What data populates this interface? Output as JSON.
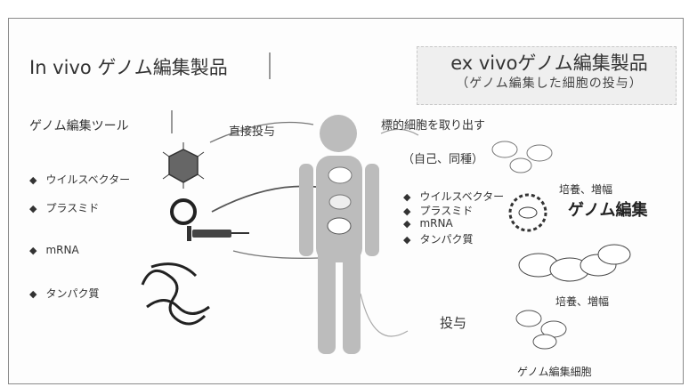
{
  "left": {
    "title": "In vivo ゲノム編集製品",
    "tools_heading": "ゲノム編集ツール",
    "tools": [
      "ウイルスベクター",
      "プラスミド",
      "mRNA",
      "タンパク質"
    ],
    "direct_admin": "直接投与"
  },
  "right": {
    "title": "ex vivoゲノム編集製品",
    "subtitle": "（ゲノム編集した細胞の投与）",
    "extract": "標的細胞を取り出す",
    "source": "（自己、同種）",
    "tools": [
      "ウイルスベクター",
      "プラスミド",
      "mRNA",
      "タンパク質"
    ],
    "culture1": "培養、増幅",
    "genome_edit": "ゲノム編集",
    "culture2": "培養、増幅",
    "admin": "投与",
    "edited_cells": "ゲノム編集細胞"
  }
}
